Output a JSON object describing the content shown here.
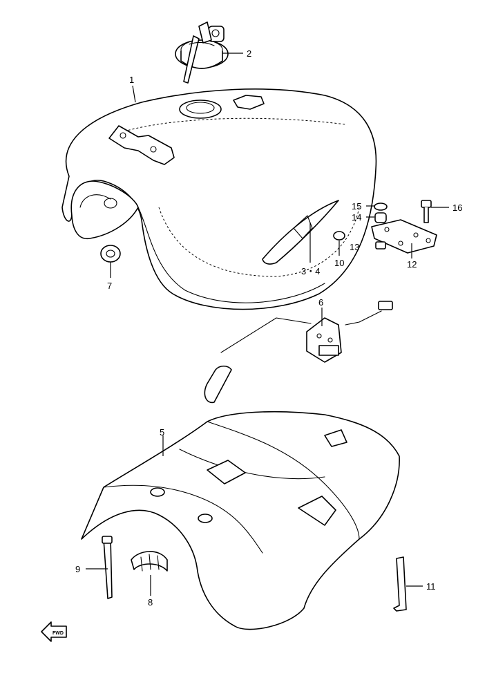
{
  "callouts": {
    "c1": "1",
    "c2": "2",
    "c3_4": "3・4",
    "c5": "5",
    "c6": "6",
    "c7": "7",
    "c8": "8",
    "c9": "9",
    "c10": "10",
    "c11": "11",
    "c12": "12",
    "c13": "13",
    "c14": "14",
    "c15": "15",
    "c16": "16"
  },
  "direction_arrow": {
    "label": "FWD",
    "icon": "arrow-left-icon"
  }
}
